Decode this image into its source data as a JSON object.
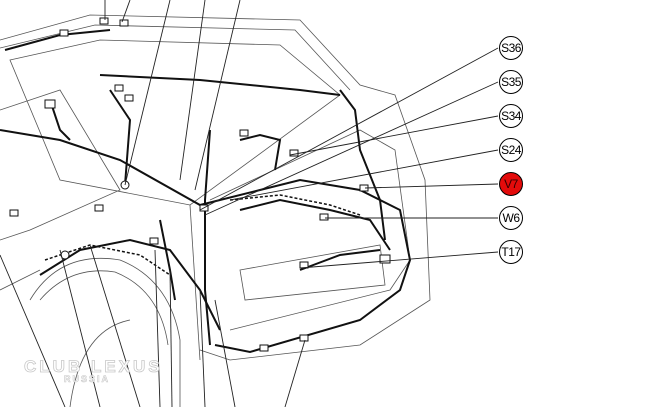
{
  "diagram": {
    "callouts": [
      {
        "label": "S36",
        "highlighted": false
      },
      {
        "label": "S35",
        "highlighted": false
      },
      {
        "label": "S34",
        "highlighted": false
      },
      {
        "label": "S24",
        "highlighted": false
      },
      {
        "label": "V7",
        "highlighted": true
      },
      {
        "label": "W6",
        "highlighted": false
      },
      {
        "label": "T17",
        "highlighted": false
      }
    ],
    "highlight_color": "#e30b0b",
    "watermark": {
      "line1": "CLUB LEXUS",
      "line2": "RUSSIA"
    }
  }
}
